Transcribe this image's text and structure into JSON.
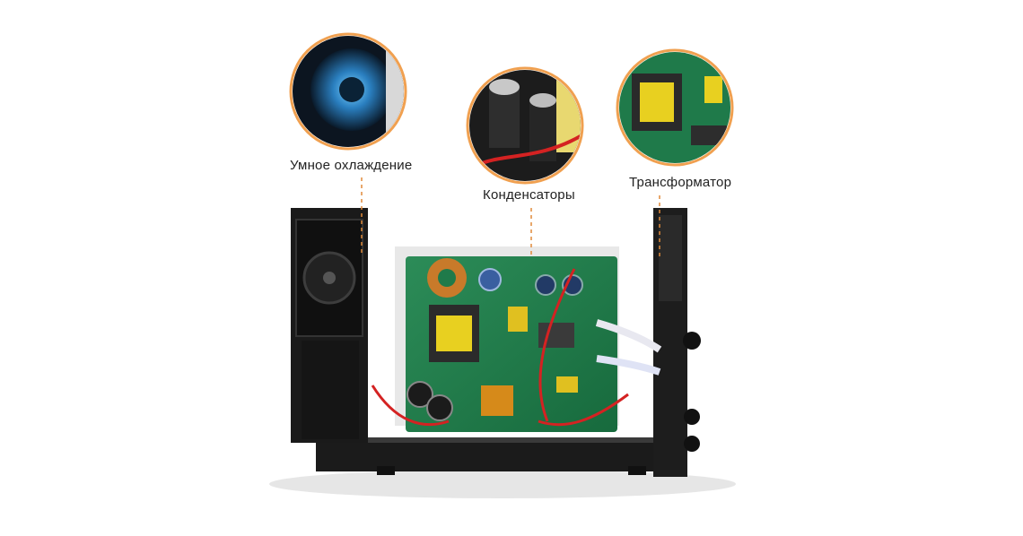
{
  "callouts": {
    "cooling": "Умное охлаждение",
    "capacitors": "Конденсаторы",
    "transformer": "Трансформатор"
  },
  "colors": {
    "accent_dash": "#e08a3a",
    "ring": "#f0a050",
    "board_green": "#1f7a4a",
    "chassis": "#1a1a1a"
  }
}
